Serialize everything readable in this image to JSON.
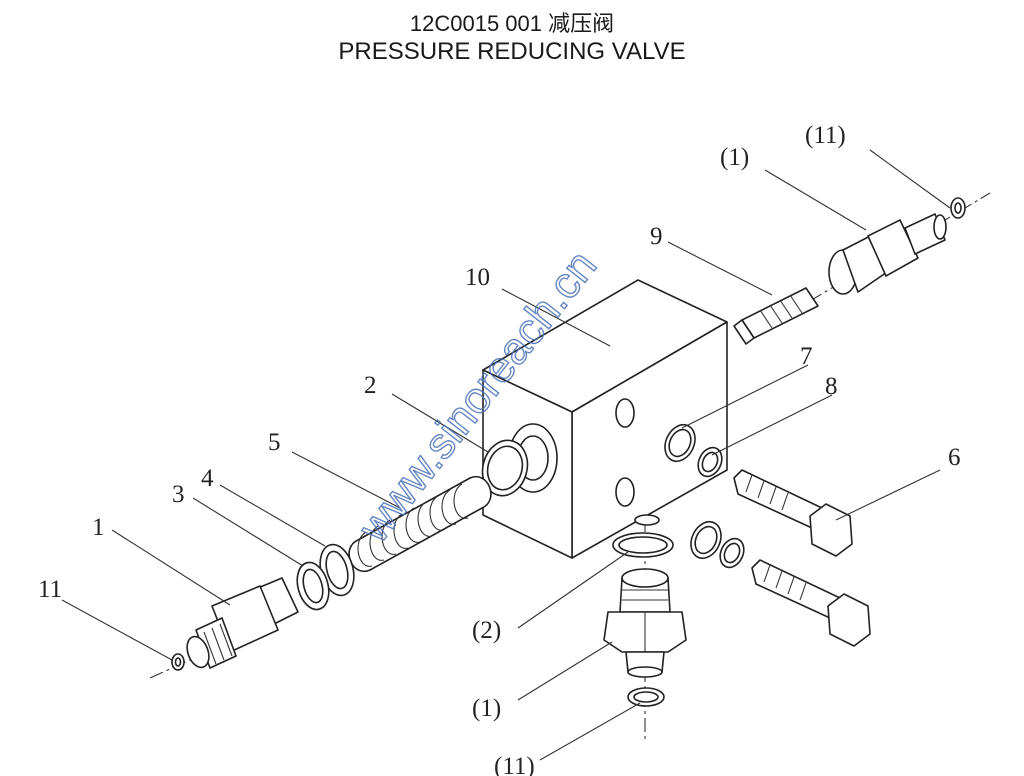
{
  "header": {
    "code_line": "12C0015 001  减压阀",
    "name_line": "PRESSURE REDUCING VALVE"
  },
  "callouts": {
    "c11_top": "(11)",
    "c1_top": "(1)",
    "c9": "9",
    "c10": "10",
    "c7": "7",
    "c8": "8",
    "c2": "2",
    "c5": "5",
    "c6": "6",
    "c4": "4",
    "c3": "3",
    "c1": "1",
    "c11": "11",
    "c2_bottom": "(2)",
    "c1_bottom": "(1)",
    "c11_bottom": "(11)"
  },
  "watermark": "www.sinoreach.cn"
}
